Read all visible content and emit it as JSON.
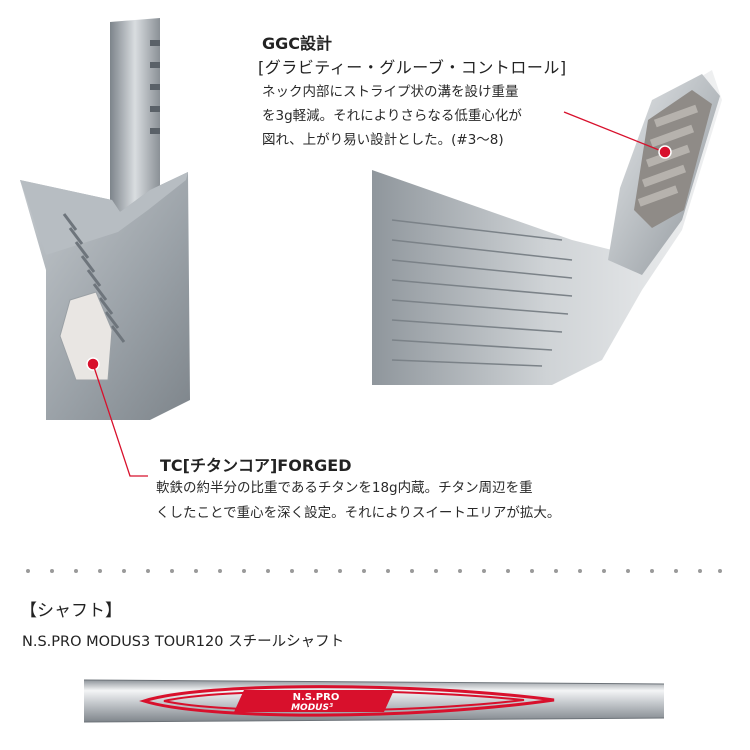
{
  "ggc": {
    "title": "GGC設計",
    "subtitle": "[グラビティー・グルーブ・コントロール]",
    "lines": [
      "ネック内部にストライプ状の溝を設け重量",
      "を3g軽減。それによりさらなる低重心化が",
      "図れ、上がり易い設計とした。(#3〜8)"
    ]
  },
  "tc": {
    "title": "TC[チタンコア]FORGED",
    "lines": [
      "軟鉄の約半分の比重であるチタンを18g内蔵。チタン周辺を重",
      "くしたことで重心を深く設定。それによりスイートエリアが拡大。"
    ]
  },
  "shaft": {
    "heading": "【シャフト】",
    "name": "N.S.PRO MODUS3 TOUR120 スチールシャフト",
    "logo_text_top": "N.S.PRO",
    "logo_text_bottom": "MODUS³"
  },
  "colors": {
    "accent_red": "#d8102c",
    "dot_gray": "#9a9a9a"
  }
}
